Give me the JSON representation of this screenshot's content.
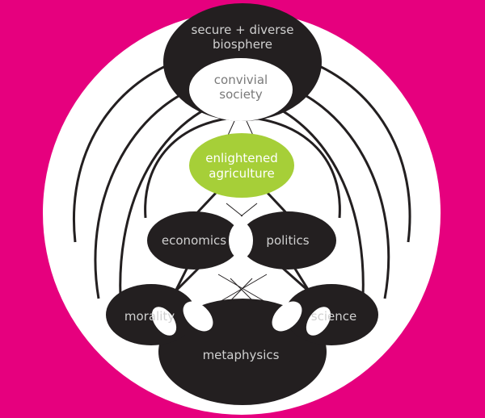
{
  "colors": {
    "background": "#e6007e",
    "circle": "#ffffff",
    "node_dark": "#231f20",
    "node_light": "#ffffff",
    "accent": "#a6cf38",
    "label_on_dark": "#d0d0d0",
    "label_on_light": "#7a7a7a",
    "label_on_accent": "#ffffff"
  },
  "nodes": {
    "biosphere": {
      "line1": "secure + diverse",
      "line2": "biosphere"
    },
    "society": {
      "line1": "convivial",
      "line2": "society"
    },
    "agriculture": {
      "line1": "enlightened",
      "line2": "agriculture"
    },
    "economics": {
      "label": "economics"
    },
    "politics": {
      "label": "politics"
    },
    "morality": {
      "label": "morality"
    },
    "science": {
      "label": "science"
    },
    "metaphysics": {
      "label": "metaphysics"
    }
  }
}
